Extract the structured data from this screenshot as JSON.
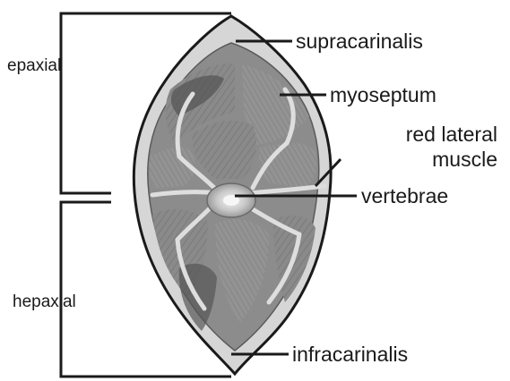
{
  "labels": {
    "supracarinalis": "supracarinalis",
    "myoseptum": "myoseptum",
    "red_lateral_line1": "red lateral",
    "red_lateral_line2": "muscle",
    "vertebrae": "vertebrae",
    "infracarinalis": "infracarinalis",
    "epaxial": "epaxial",
    "hepaxial": "hepaxial"
  },
  "colors": {
    "outline": "#1a1a1a",
    "skin": "#d8d8d8",
    "muscle_dark": "#6a6a6a",
    "muscle_mid": "#8c8c8c",
    "muscle_light": "#a8a8a8",
    "septum": "#dcdcdc",
    "background": "#ffffff"
  }
}
